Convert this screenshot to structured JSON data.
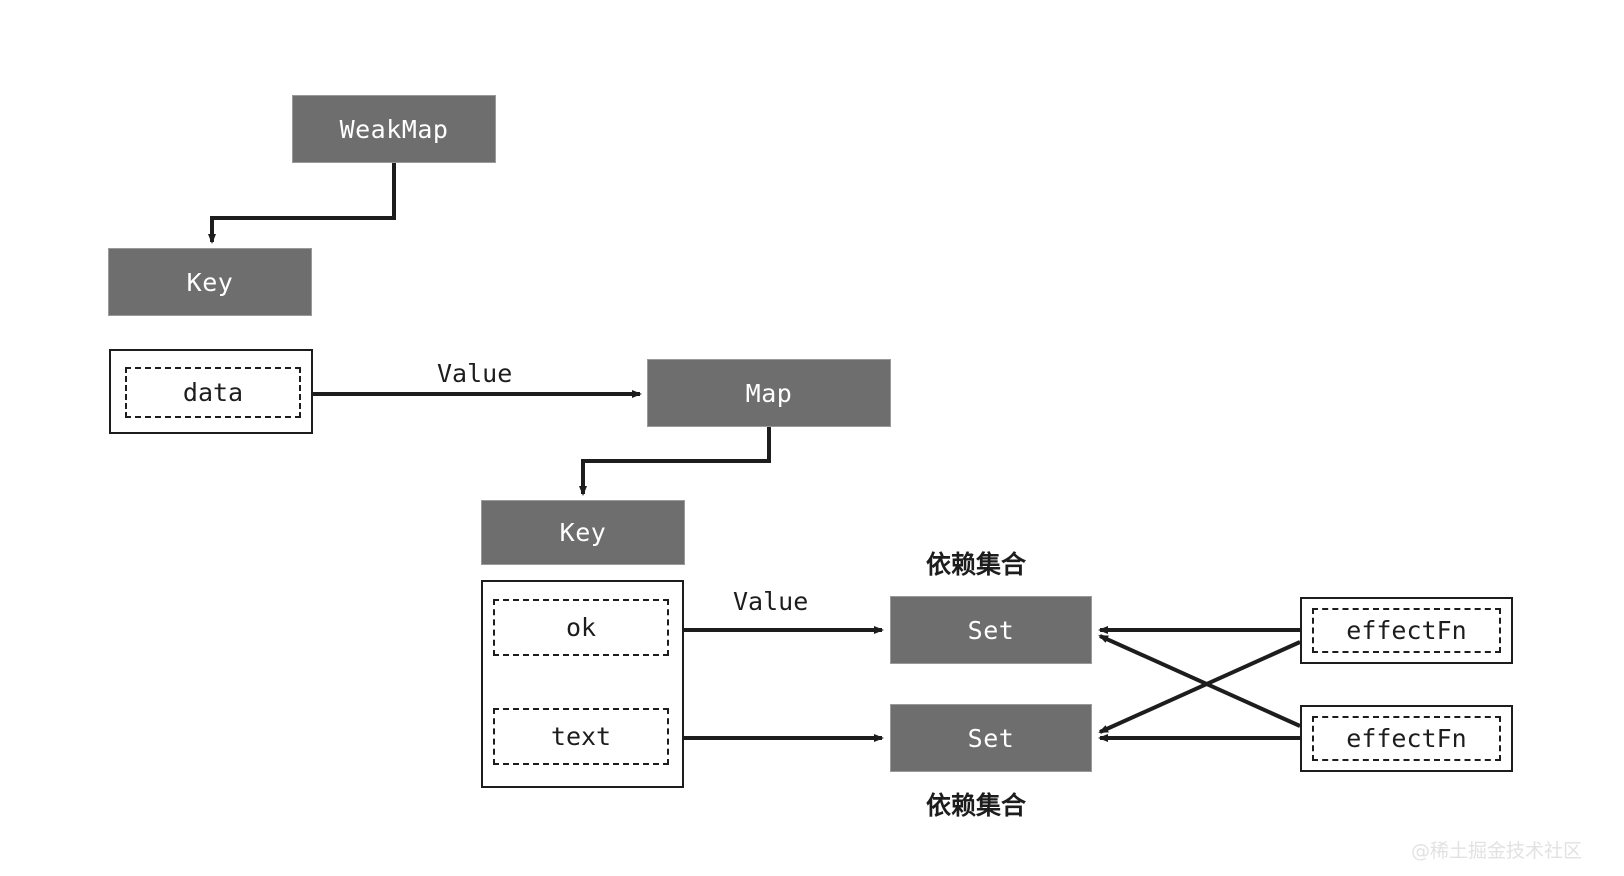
{
  "diagram": {
    "title_nodes": {
      "weakmap": "WeakMap",
      "key_top": "Key",
      "map": "Map",
      "key_mid": "Key",
      "set_top": "Set",
      "set_bottom": "Set"
    },
    "slots": {
      "data": "data",
      "ok": "ok",
      "text": "text",
      "effect_fn_top": "effectFn",
      "effect_fn_bottom": "effectFn"
    },
    "edge_labels": {
      "value_top": "Value",
      "value_bottom": "Value"
    },
    "annotations": {
      "dep_set_top": "依赖集合",
      "dep_set_bottom": "依赖集合"
    },
    "watermark": "@稀土掘金技术社区",
    "colors": {
      "node_fill": "#6e6e6e",
      "node_text": "#ffffff",
      "stroke": "#1d1d1d",
      "background": "#ffffff",
      "watermark": "#e2e2e2"
    }
  }
}
